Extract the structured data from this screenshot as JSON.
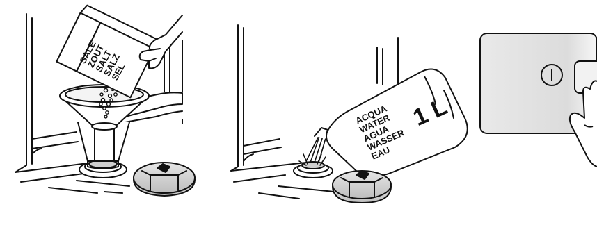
{
  "panels": [
    {
      "id": "add-salt",
      "package_lines": [
        "SALE",
        "ZOUT",
        "SALT",
        "SALZ",
        "SEL"
      ]
    },
    {
      "id": "add-water",
      "bottle_lines": [
        "ACQUA",
        "WATER",
        "AGUA",
        "WASSER",
        "EAU"
      ],
      "volume": "1 L"
    },
    {
      "id": "power-on",
      "button_symbol": "⏽"
    }
  ],
  "colors": {
    "line": "#111111",
    "cap_fill": "#d6d6d6",
    "panel_fill": "#e4e4e4",
    "salt": "#ffffff"
  }
}
